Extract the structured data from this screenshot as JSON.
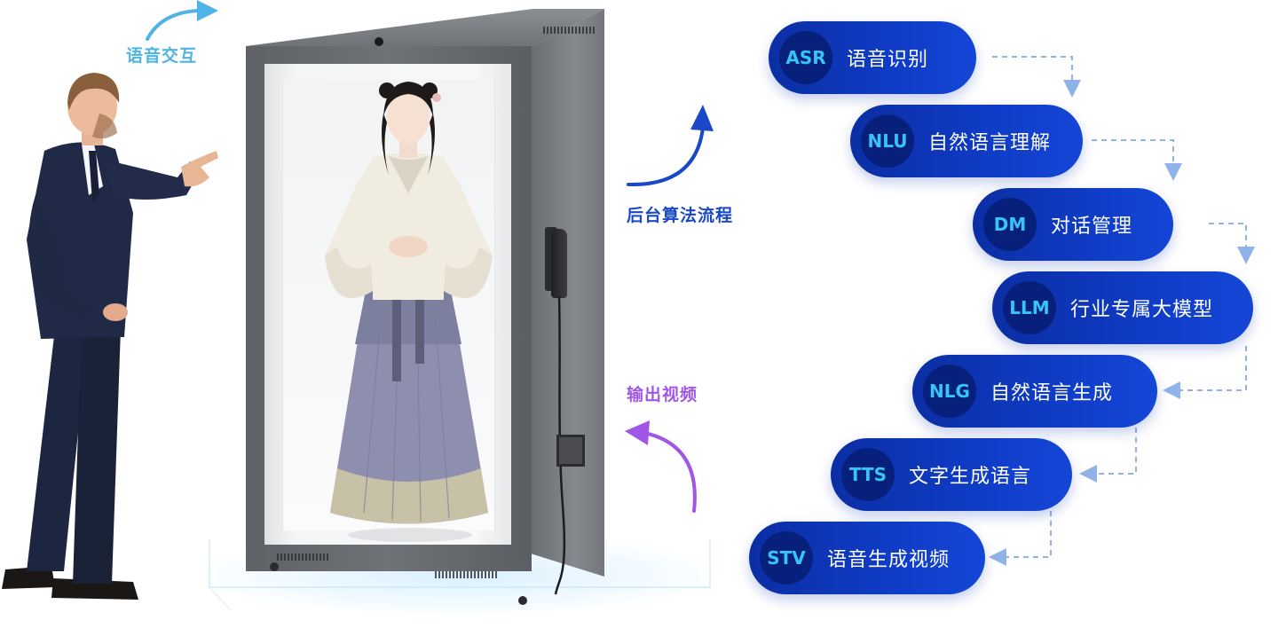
{
  "labels": {
    "voice_interaction": "语音交互",
    "backend_algorithm": "后台算法流程",
    "output_video": "输出视频"
  },
  "pipeline": [
    {
      "code": "ASR",
      "text": "语音识别"
    },
    {
      "code": "NLU",
      "text": "自然语言理解"
    },
    {
      "code": "DM",
      "text": "对话管理"
    },
    {
      "code": "LLM",
      "text": "行业专属大模型"
    },
    {
      "code": "NLG",
      "text": "自然语言生成"
    },
    {
      "code": "TTS",
      "text": "文字生成语言"
    },
    {
      "code": "STV",
      "text": "语音生成视频"
    }
  ],
  "colors": {
    "voice_arrow": "#4fb3e6",
    "algo_arrow": "#1a49c8",
    "video_arrow": "#a056e6",
    "pill_bg": "#0f3bc4",
    "badge_bg": "#06207c",
    "badge_text": "#36c5f5",
    "connector": "#8fb2e8"
  },
  "icons": {
    "voice_arrow": "curved-arrow-right-icon",
    "algo_arrow": "curved-arrow-up-icon",
    "video_arrow": "curved-arrow-up-left-icon"
  }
}
